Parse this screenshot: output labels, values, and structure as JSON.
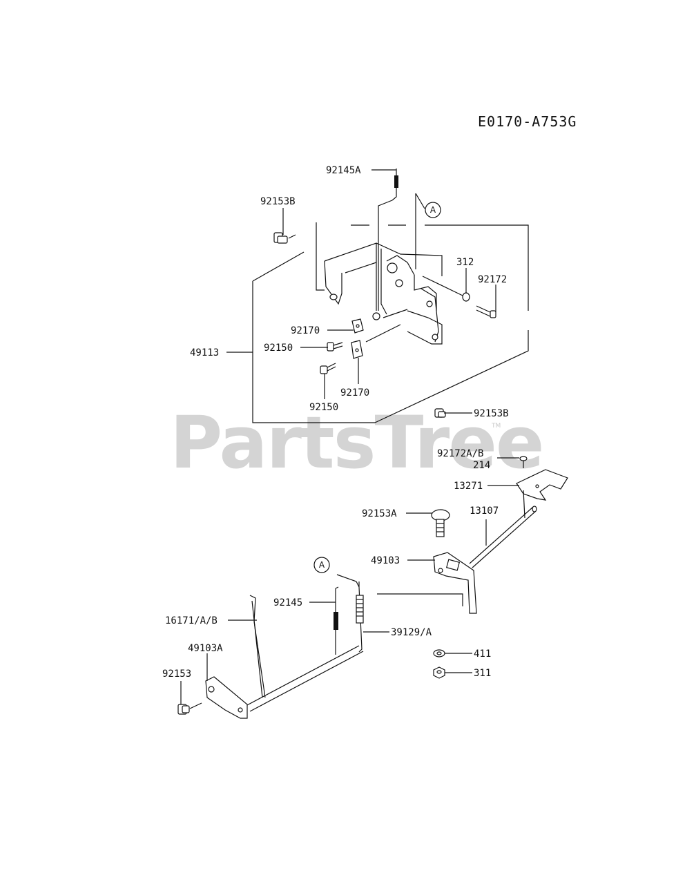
{
  "diagram_code": "E0170-A753G",
  "watermark": {
    "text": "PartsTree",
    "tm": "TM"
  },
  "ref_markers": [
    "A",
    "A"
  ],
  "parts": [
    {
      "id": "92145A"
    },
    {
      "id": "92153B"
    },
    {
      "id": "312"
    },
    {
      "id": "92172"
    },
    {
      "id": "92170"
    },
    {
      "id": "92150"
    },
    {
      "id": "49113"
    },
    {
      "id": "92170"
    },
    {
      "id": "92150"
    },
    {
      "id": "92153B"
    },
    {
      "id": "92172A/B"
    },
    {
      "id": "214"
    },
    {
      "id": "13271"
    },
    {
      "id": "92153A"
    },
    {
      "id": "13107"
    },
    {
      "id": "49103"
    },
    {
      "id": "92145"
    },
    {
      "id": "16171/A/B"
    },
    {
      "id": "39129/A"
    },
    {
      "id": "49103A"
    },
    {
      "id": "411"
    },
    {
      "id": "92153"
    },
    {
      "id": "311"
    }
  ]
}
